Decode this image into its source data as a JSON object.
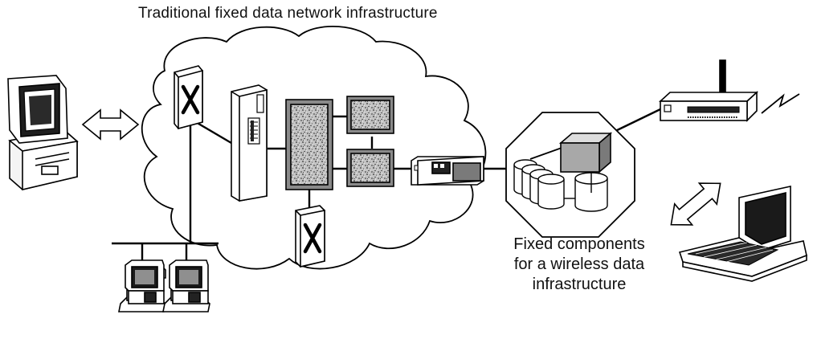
{
  "title": "Traditional fixed data network infrastructure",
  "caption": {
    "line1": "Fixed components",
    "line2": "for a wireless data",
    "line3": "infrastructure"
  },
  "colors": {
    "stroke": "#000000",
    "background": "#ffffff",
    "gray_fill": "#9a9a9a",
    "light_fill": "#dddddd"
  },
  "icons": [
    "desktop-computer-icon",
    "double-arrow-icon",
    "switch-icon",
    "server-rack-icon",
    "mainframe-icon",
    "router-icon",
    "modem-icon",
    "database-cluster-icon",
    "wireless-access-point-icon",
    "lightning-bolt-icon",
    "laptop-icon",
    "workstation-icon",
    "lan-bus-icon"
  ]
}
